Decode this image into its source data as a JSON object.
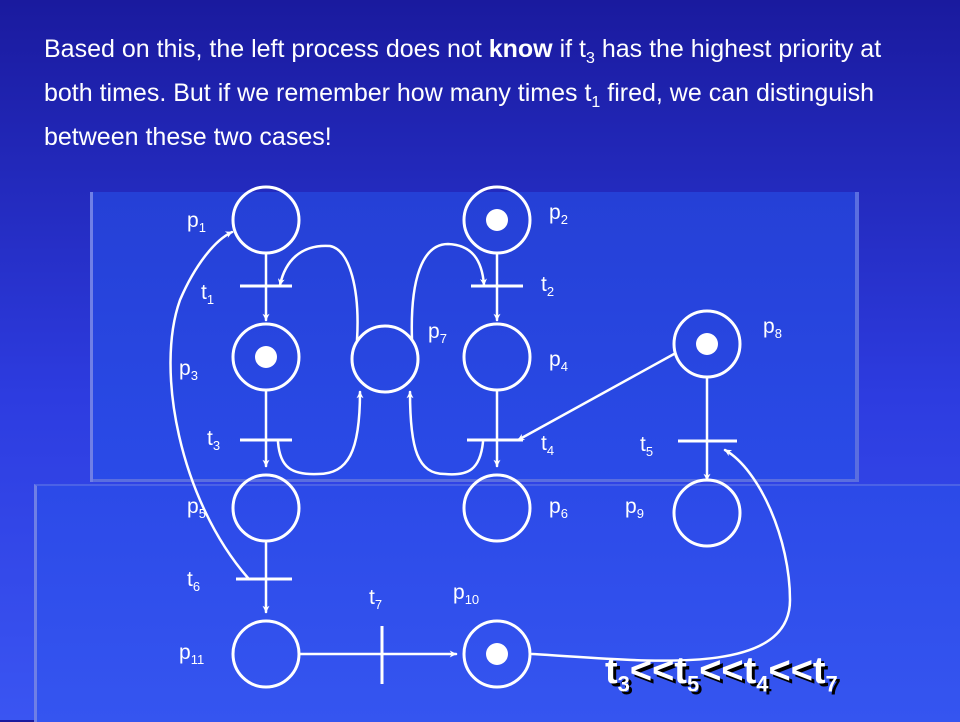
{
  "slide": {
    "text_part1": "Based on this, the left process does not ",
    "text_bold": "know",
    "text_part2": " if t",
    "text_sub3": "3",
    "text_part3": " has the highest priority at both times. But if we remember how many times t",
    "text_sub1": "1",
    "text_part4": " fired, we can distinguish between these two cases!"
  },
  "net": {
    "places": [
      {
        "id": "p1",
        "base": "p",
        "sub": "1",
        "tokens": 0
      },
      {
        "id": "p2",
        "base": "p",
        "sub": "2",
        "tokens": 1
      },
      {
        "id": "p3",
        "base": "p",
        "sub": "3",
        "tokens": 1
      },
      {
        "id": "p4",
        "base": "p",
        "sub": "4",
        "tokens": 0
      },
      {
        "id": "p5",
        "base": "p",
        "sub": "5",
        "tokens": 0
      },
      {
        "id": "p6",
        "base": "p",
        "sub": "6",
        "tokens": 0
      },
      {
        "id": "p7",
        "base": "p",
        "sub": "7",
        "tokens": 0
      },
      {
        "id": "p8",
        "base": "p",
        "sub": "8",
        "tokens": 1
      },
      {
        "id": "p9",
        "base": "p",
        "sub": "9",
        "tokens": 0
      },
      {
        "id": "p10",
        "base": "p",
        "sub": "10",
        "tokens": 1
      },
      {
        "id": "p11",
        "base": "p",
        "sub": "11",
        "tokens": 0
      }
    ],
    "transitions": [
      {
        "id": "t1",
        "base": "t",
        "sub": "1"
      },
      {
        "id": "t2",
        "base": "t",
        "sub": "2"
      },
      {
        "id": "t3",
        "base": "t",
        "sub": "3"
      },
      {
        "id": "t4",
        "base": "t",
        "sub": "4"
      },
      {
        "id": "t5",
        "base": "t",
        "sub": "5"
      },
      {
        "id": "t6",
        "base": "t",
        "sub": "6"
      },
      {
        "id": "t7",
        "base": "t",
        "sub": "7"
      }
    ]
  },
  "priority": {
    "t1": "t",
    "s1": "3",
    "op1": "<<",
    "t2": "t",
    "s2": "5",
    "op2": "<<",
    "t3": "t",
    "s3": "4",
    "op3": "<<",
    "t4": "t",
    "s4": "7"
  }
}
